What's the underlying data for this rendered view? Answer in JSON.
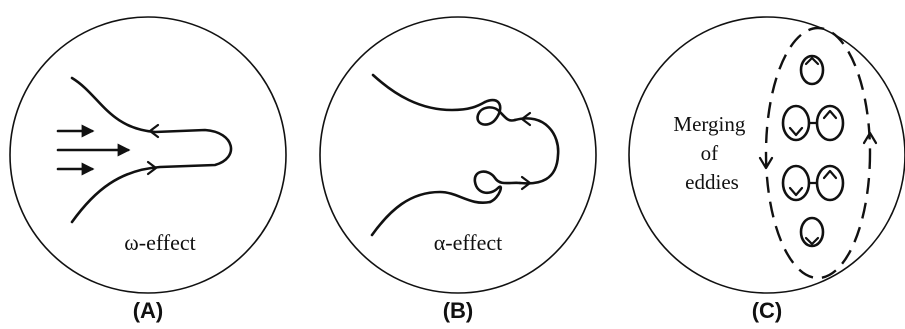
{
  "panels": [
    {
      "label": "(A)",
      "caption": "ω-effect"
    },
    {
      "label": "(B)",
      "caption": "α-effect"
    },
    {
      "label": "(C)",
      "caption_lines": [
        "Merging",
        "of",
        "eddies"
      ]
    }
  ]
}
